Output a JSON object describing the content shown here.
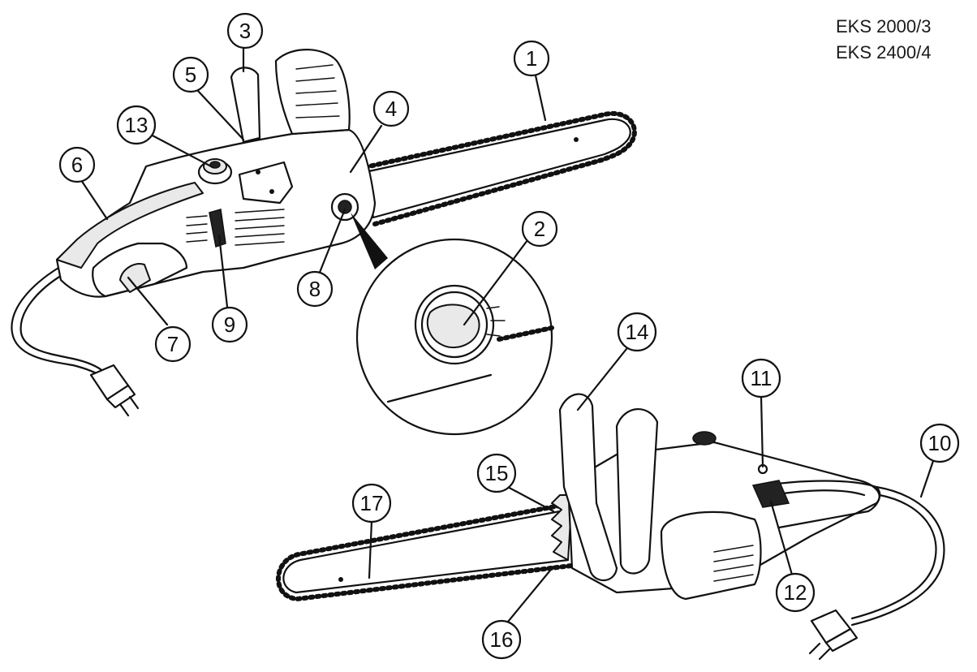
{
  "models": [
    "EKS 2000/3",
    "EKS 2400/4"
  ],
  "callouts": [
    {
      "label": "1"
    },
    {
      "label": "2"
    },
    {
      "label": "3"
    },
    {
      "label": "4"
    },
    {
      "label": "5"
    },
    {
      "label": "6"
    },
    {
      "label": "7"
    },
    {
      "label": "8"
    },
    {
      "label": "9"
    },
    {
      "label": "10"
    },
    {
      "label": "11"
    },
    {
      "label": "12"
    },
    {
      "label": "13"
    },
    {
      "label": "14"
    },
    {
      "label": "15"
    },
    {
      "label": "16"
    },
    {
      "label": "17"
    }
  ]
}
